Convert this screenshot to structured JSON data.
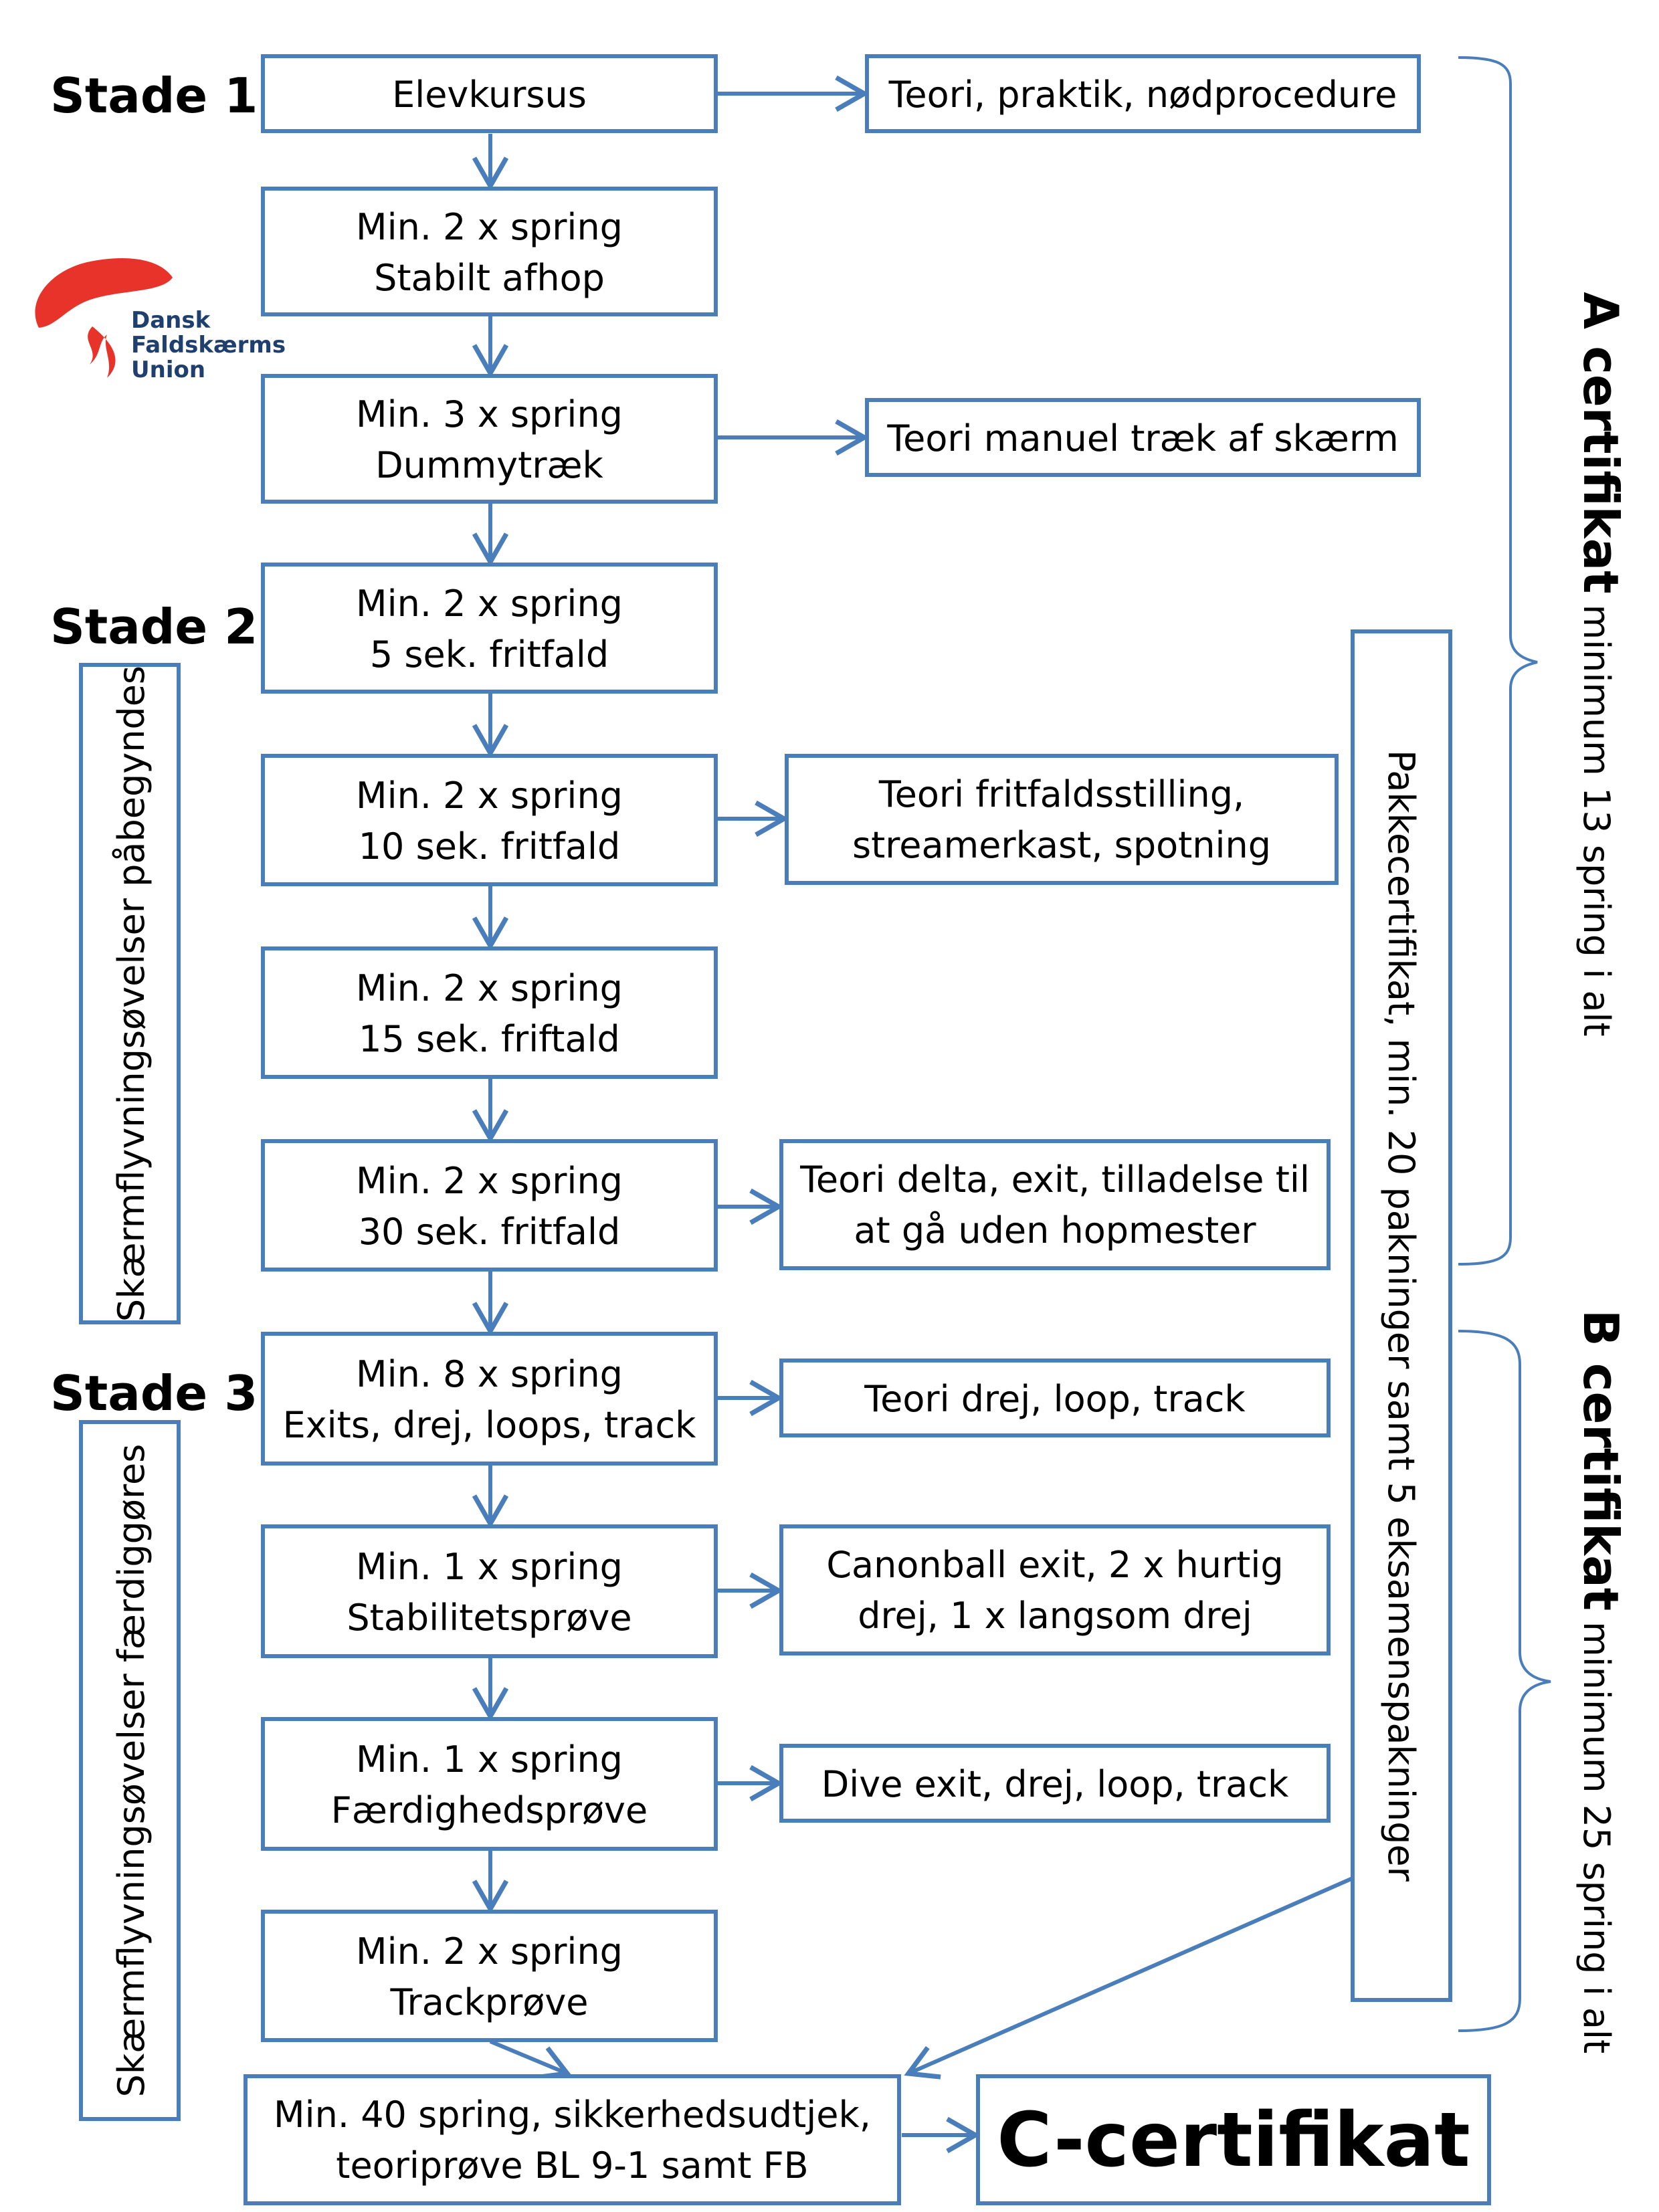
{
  "stages": [
    "Stade 1",
    "Stade 2",
    "Stade 3"
  ],
  "logo": {
    "lines": [
      "Dansk",
      "Faldskærms",
      "Union"
    ],
    "brand_color": "#e8332a",
    "text_color": "#1f3f6e"
  },
  "steps": [
    {
      "lines": [
        "Elevkursus"
      ]
    },
    {
      "lines": [
        "Min. 2 x spring",
        "Stabilt afhop"
      ]
    },
    {
      "lines": [
        "Min. 3 x spring",
        "Dummytræk"
      ]
    },
    {
      "lines": [
        "Min. 2 x spring",
        "5 sek. fritfald"
      ]
    },
    {
      "lines": [
        "Min. 2 x spring",
        "10 sek. fritfald"
      ]
    },
    {
      "lines": [
        "Min. 2 x spring",
        "15 sek. friftald"
      ]
    },
    {
      "lines": [
        "Min. 2 x spring",
        "30 sek. fritfald"
      ]
    },
    {
      "lines": [
        "Min. 8 x spring",
        "Exits, drej, loops, track"
      ]
    },
    {
      "lines": [
        "Min. 1 x spring",
        "Stabilitetsprøve"
      ]
    },
    {
      "lines": [
        "Min. 1 x spring",
        "Færdighedsprøve"
      ]
    },
    {
      "lines": [
        "Min. 2 x spring",
        "Trackprøve"
      ]
    }
  ],
  "side_notes": [
    {
      "lines": [
        "Teori, praktik, nødprocedure"
      ]
    },
    {
      "lines": [
        "Teori manuel træk af skærm"
      ]
    },
    {
      "lines": [
        "Teori fritfaldsstilling,",
        "streamerkast, spotning"
      ]
    },
    {
      "lines": [
        "Teori delta, exit, tilladelse til",
        "at gå uden hopmester"
      ]
    },
    {
      "lines": [
        "Teori drej, loop, track"
      ]
    },
    {
      "lines": [
        "Canonball exit, 2 x hurtig",
        "drej, 1 x langsom drej"
      ]
    },
    {
      "lines": [
        "Dive exit, drej, loop, track"
      ]
    }
  ],
  "vertical_boxes": {
    "canopy_start": "Skærmflyvningsøvelser påbegyndes",
    "canopy_finish": "Skærmflyvningsøvelser færdiggøres",
    "packing": "Pakkecertifikat, min. 20 pakninger samt 5 eksamenspakninger"
  },
  "final_step": {
    "lines": [
      "Min. 40 spring, sikkerhedsudtjek,",
      "teoriprøve BL 9-1 samt FB"
    ]
  },
  "result": "C-certifikat",
  "certificates": [
    {
      "name": "A certifikat",
      "requirement": "minimum 13 spring i alt"
    },
    {
      "name": "B certifikat",
      "requirement": "minimum 25 spring i alt"
    }
  ],
  "colors": {
    "accent": "#4a7ebb",
    "text": "#000000"
  }
}
